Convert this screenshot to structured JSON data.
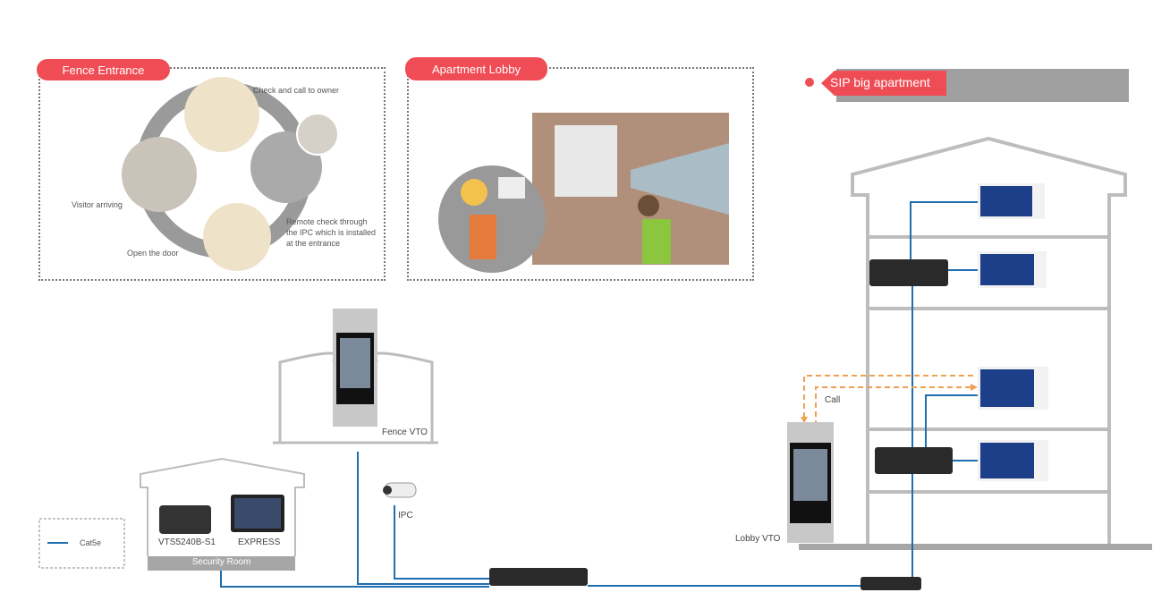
{
  "fence_panel": {
    "title": "Fence Entrance",
    "steps": [
      "Check and call to owner",
      "Visitor arriving",
      "Remote check through",
      "the IPC which is installed",
      "at the entrance",
      "Open the door"
    ]
  },
  "lobby_panel": {
    "title": "Apartment Lobby"
  },
  "sip": {
    "title": "SIP big apartment"
  },
  "devices": {
    "fence_vto": "Fence VTO",
    "ipc": "IPC",
    "lobby_vto": "Lobby VTO",
    "call": "Call",
    "vts": "VTS5240B-S1",
    "express": "EXPRESS",
    "security_room": "Security Room"
  },
  "legend": {
    "cat5e": "Cat5e"
  },
  "colors": {
    "accent": "#f04c55",
    "cable": "#1f6fb0",
    "call": "#f0a050"
  }
}
